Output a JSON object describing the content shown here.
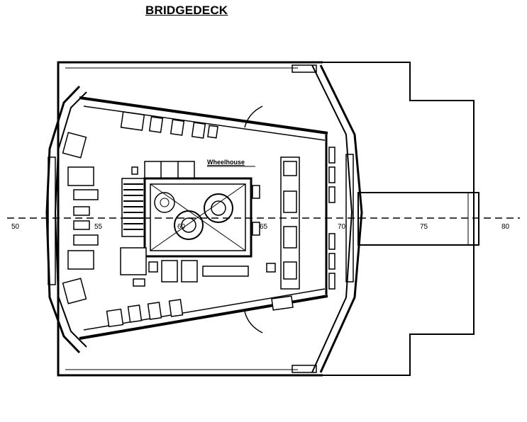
{
  "drawing": {
    "title": "BRIDGEDECK",
    "room_label": "Wheelhouse",
    "frame_marks": [
      "50",
      "55",
      "60",
      "65",
      "70",
      "75",
      "80"
    ]
  }
}
